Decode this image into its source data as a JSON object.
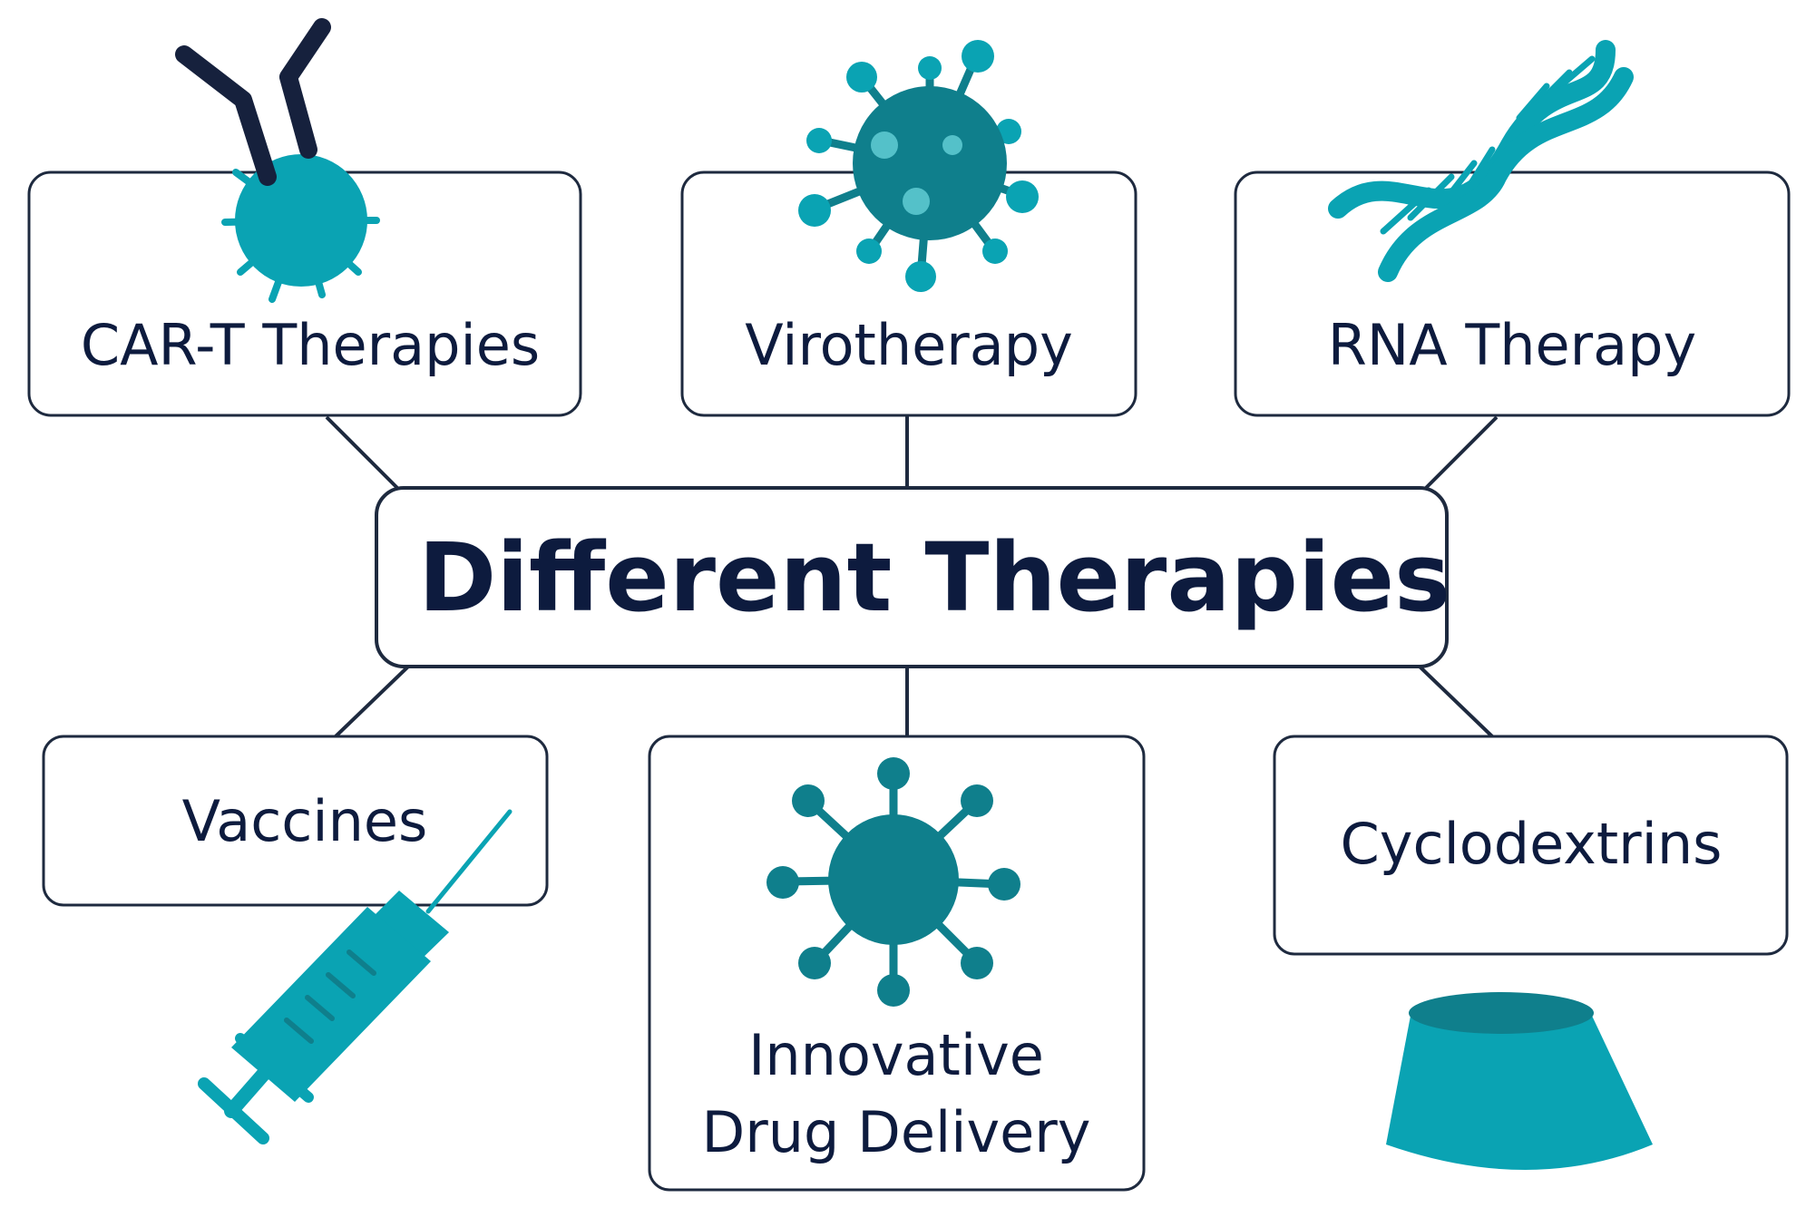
{
  "diagram": {
    "title": "Different Therapies",
    "nodes": {
      "car_t": "CAR-T Therapies",
      "virotherapy": "Virotherapy",
      "rna": "RNA Therapy",
      "vaccines": "Vaccines",
      "drug_delivery_line1": "Innovative",
      "drug_delivery_line2": "Drug Delivery",
      "cyclodextrins": "Cyclodextrins"
    }
  },
  "colors": {
    "teal": "#0aa3b3",
    "dark_teal": "#0f7f8c",
    "navy": "#0d1b3e",
    "border": "#1e2a3f"
  },
  "icons": {
    "car_t": "t-cell-with-antibody-icon",
    "virotherapy": "virus-icon",
    "rna": "dna-helix-icon",
    "vaccines": "syringe-icon",
    "drug_delivery": "nanoparticle-icon",
    "cyclodextrins": "cyclodextrin-cone-icon"
  }
}
